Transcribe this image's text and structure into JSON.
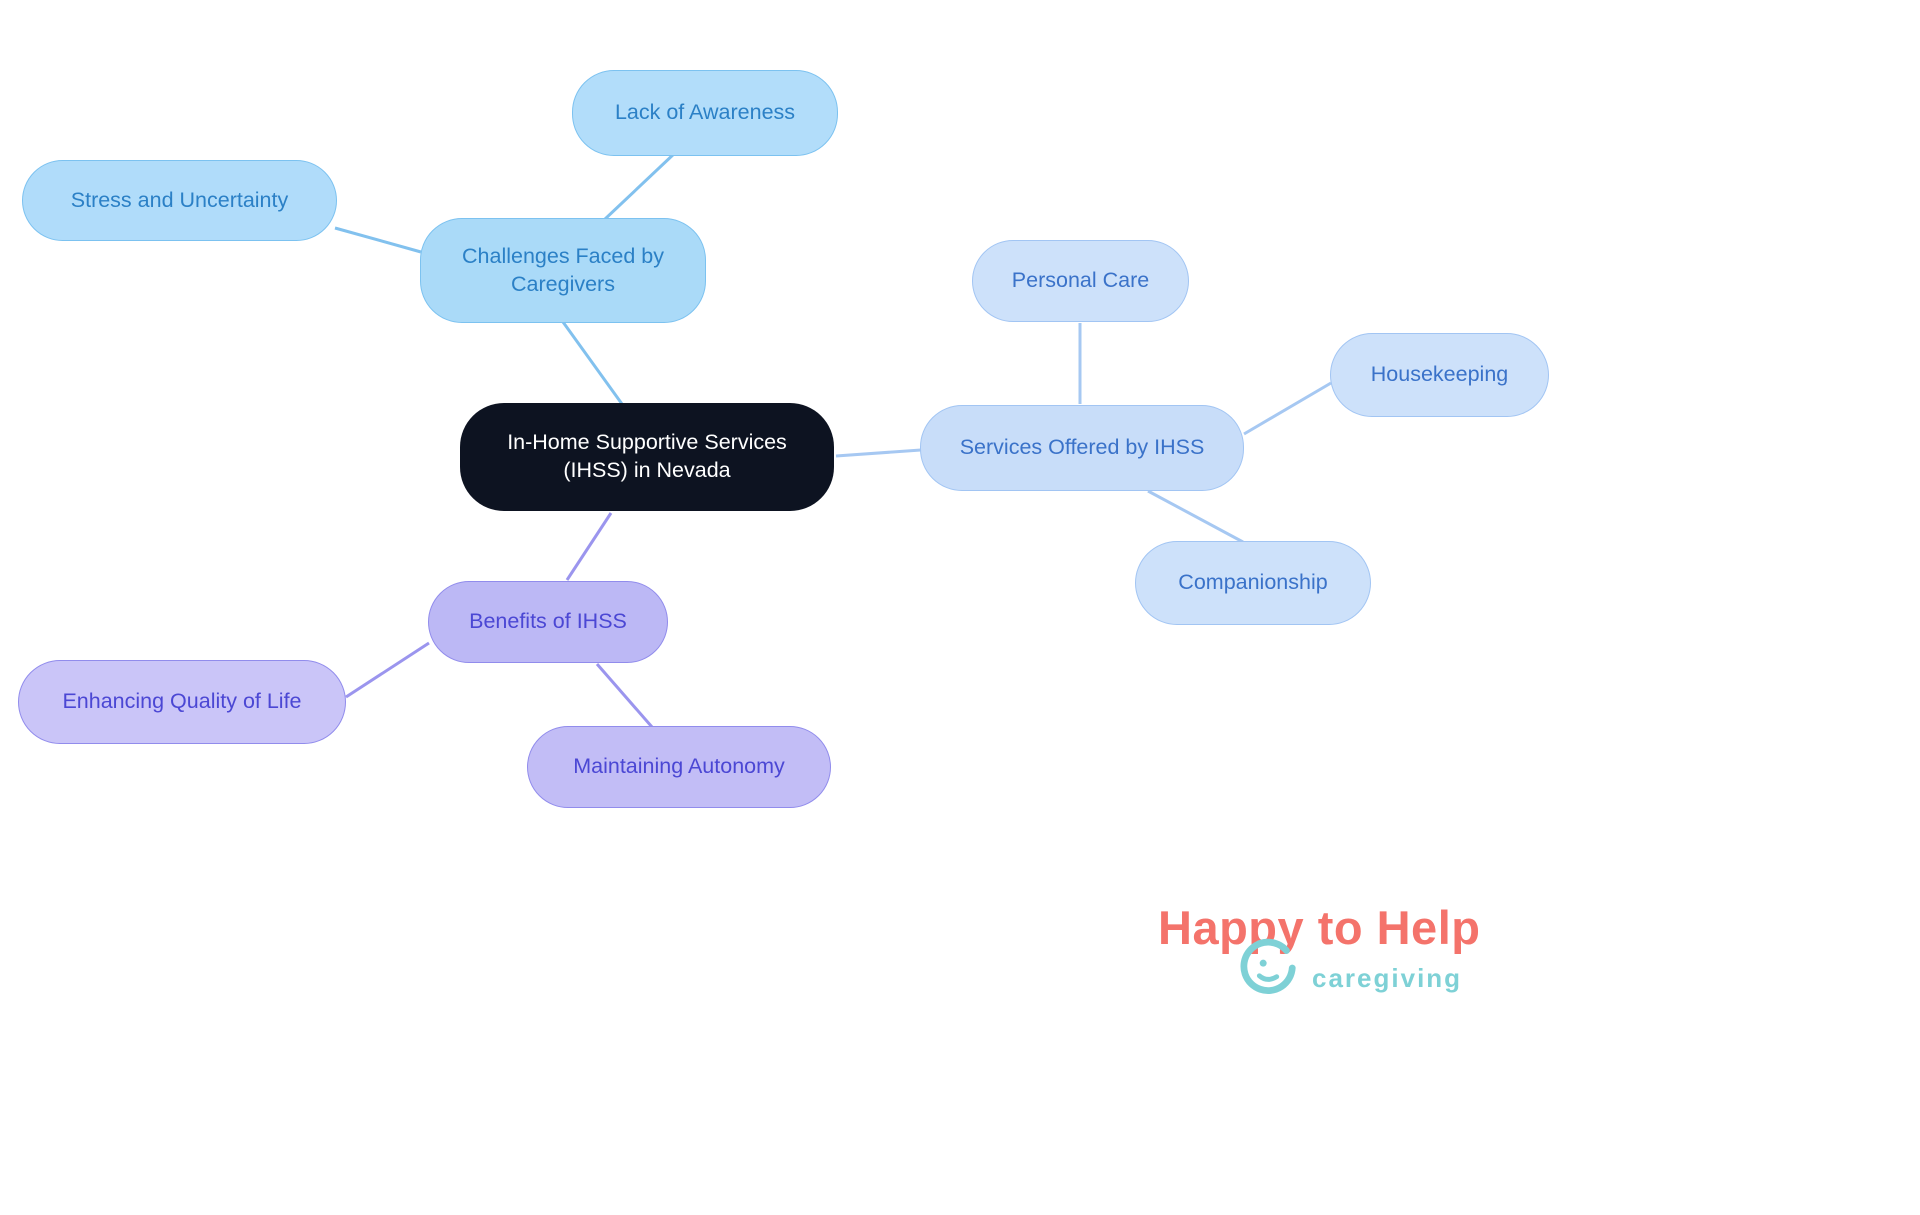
{
  "diagram": {
    "type": "mindmap",
    "central": {
      "label": "In-Home Supportive Services (IHSS) in Nevada"
    },
    "branches": [
      {
        "id": "challenges",
        "label": "Challenges Faced by Caregivers",
        "children": [
          {
            "id": "lack",
            "label": "Lack of Awareness"
          },
          {
            "id": "stress",
            "label": "Stress and Uncertainty"
          }
        ]
      },
      {
        "id": "services",
        "label": "Services Offered by IHSS",
        "children": [
          {
            "id": "personal",
            "label": "Personal Care"
          },
          {
            "id": "housekeeping",
            "label": "Housekeeping"
          },
          {
            "id": "companionship",
            "label": "Companionship"
          }
        ]
      },
      {
        "id": "benefits",
        "label": "Benefits of IHSS",
        "children": [
          {
            "id": "enhancing",
            "label": "Enhancing Quality of Life"
          },
          {
            "id": "maintaining",
            "label": "Maintaining Autonomy"
          }
        ]
      }
    ]
  },
  "palette": {
    "central_fill": "#0d1321",
    "central_text": "#ffffff",
    "challenges_fill": "#aadaf8",
    "challenges_border": "#7cc2f0",
    "challenges_text": "#2b80c6",
    "services_fill": "#cde1fa",
    "services_border": "#a2c5f3",
    "services_text": "#3a72c9",
    "benefits_fill": "#c2bdf6",
    "benefits_border": "#918cec",
    "benefits_text": "#4b47d4",
    "edge_blue": "#82c1ee",
    "edge_periwinkle": "#a6c8f2",
    "edge_purple": "#9b95ee"
  },
  "logo": {
    "title": "Happy to Help",
    "subtitle": "caregiving",
    "title_color": "#f4736b",
    "subtitle_color": "#7ed1d6"
  }
}
